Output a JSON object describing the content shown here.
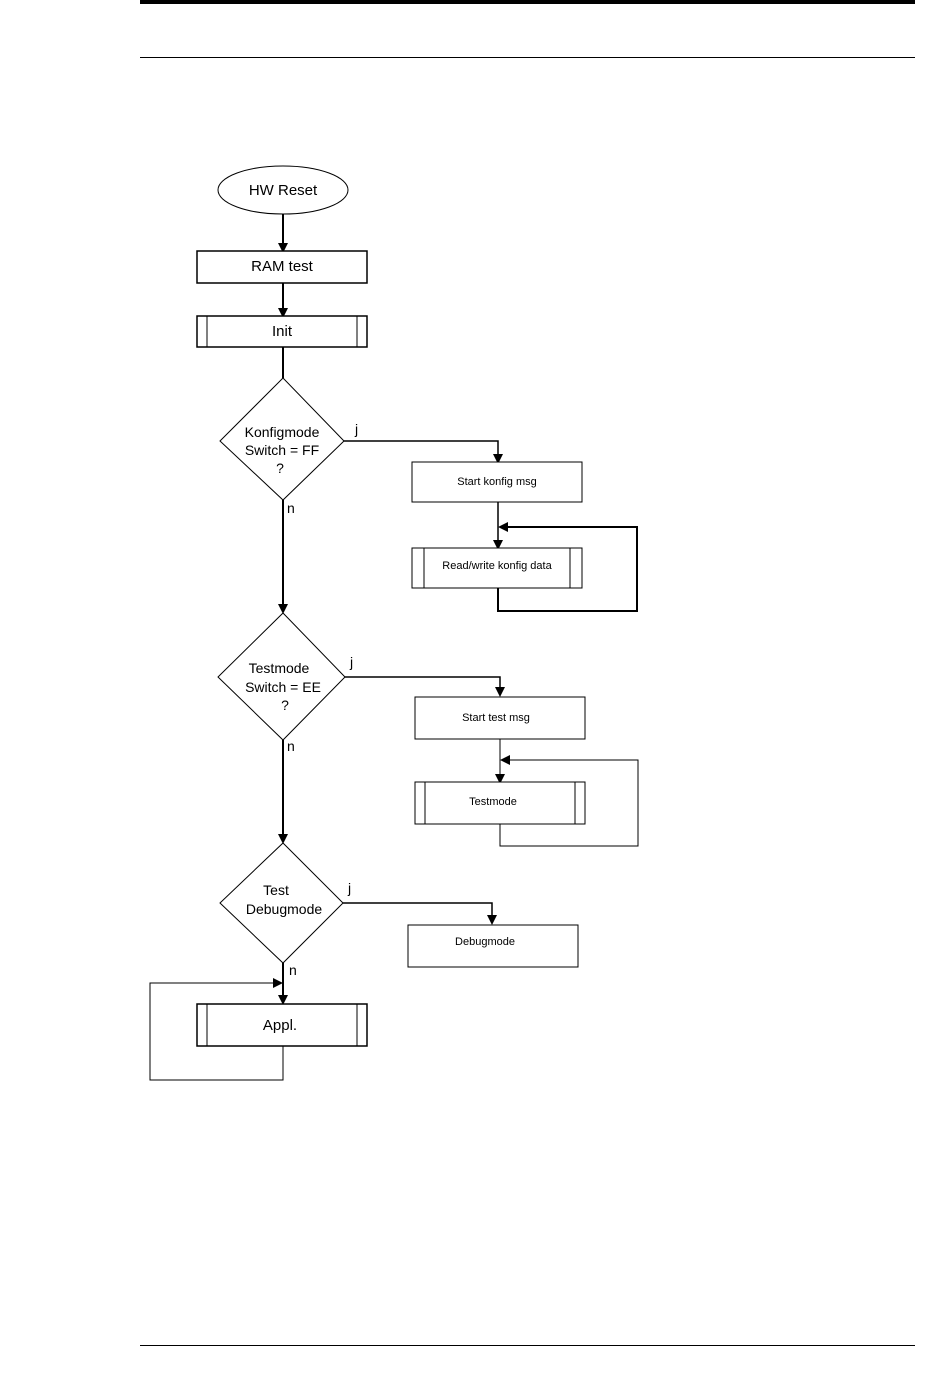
{
  "flowchart": {
    "start": "HW Reset",
    "ram_test": "RAM test",
    "init": "Init",
    "decision1": {
      "line1": "Konfigmode",
      "line2": "Switch = FF",
      "line3": "?"
    },
    "decision2": {
      "line1": "Testmode",
      "line2": "Switch = EE",
      "line3": "?"
    },
    "decision3": {
      "line1": "Test",
      "line2": "Debugmode"
    },
    "start_konfig_msg": "Start konfig msg",
    "read_write_konfig": "Read/write konfig data",
    "start_test_msg": "Start test msg",
    "testmode": "Testmode",
    "debugmode": "Debugmode",
    "appl": "Appl.",
    "yes_label": "j",
    "no_label": "n"
  }
}
